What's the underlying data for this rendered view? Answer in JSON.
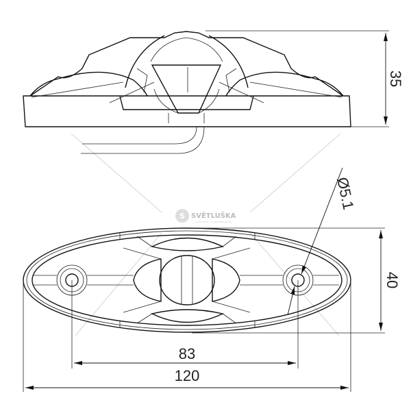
{
  "drawing": {
    "dimensions": {
      "height": "35",
      "width": "40",
      "hole_spacing": "83",
      "length": "120",
      "hole_diameter": "Ø5.1"
    },
    "watermark": {
      "brand": "SVĚTLUŠKA",
      "tagline": "VAŠE CESTA K NÁHRADNÍM DÍLŮM"
    },
    "colors": {
      "line": "#111111",
      "construction": "#c8c8c8"
    }
  }
}
